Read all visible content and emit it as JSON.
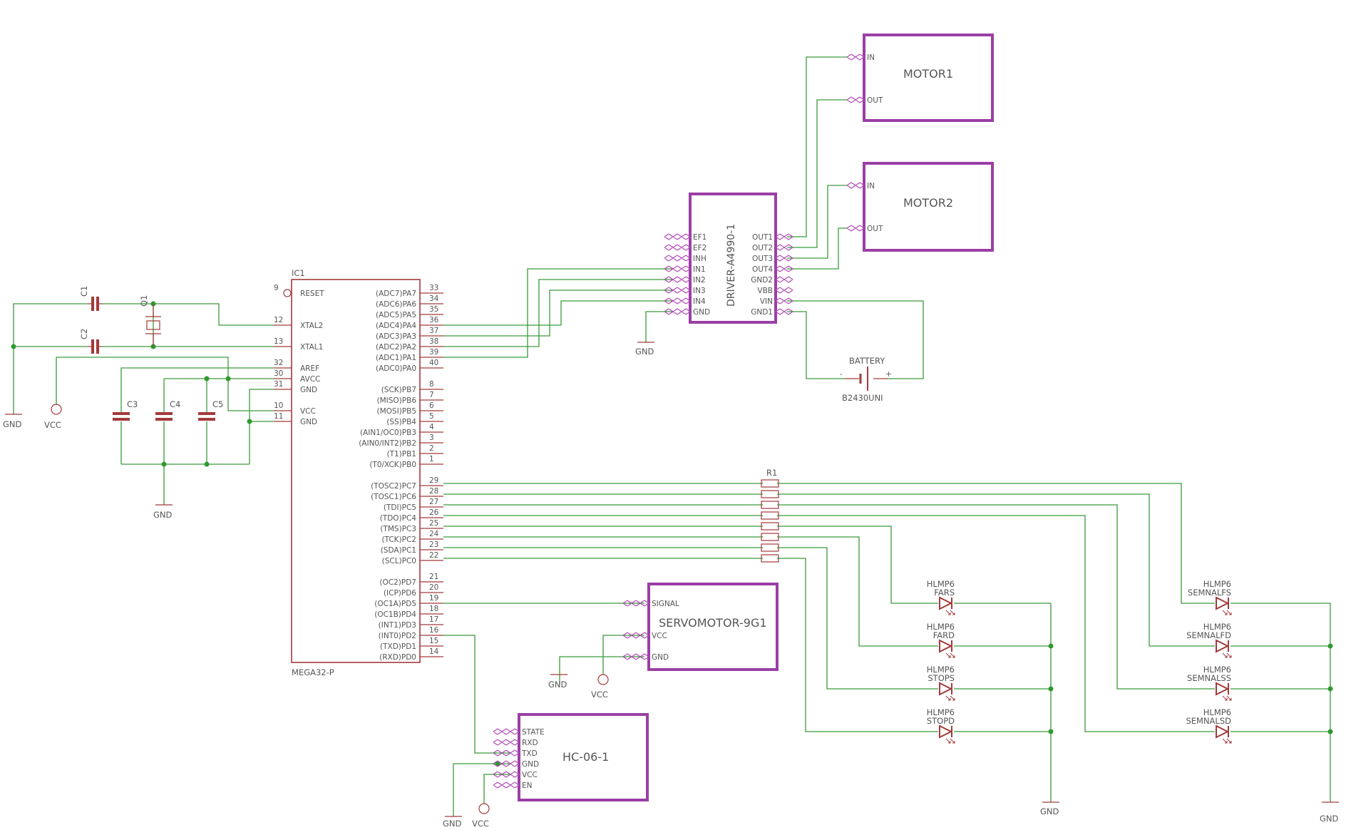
{
  "ic": {
    "name": "IC1",
    "part": "MEGA32-P",
    "left_pins": [
      {
        "num": "9",
        "name": "RESET"
      },
      {
        "num": "12",
        "name": "XTAL2"
      },
      {
        "num": "13",
        "name": "XTAL1"
      },
      {
        "num": "32",
        "name": "AREF"
      },
      {
        "num": "30",
        "name": "AVCC"
      },
      {
        "num": "31",
        "name": "GND"
      },
      {
        "num": "10",
        "name": "VCC"
      },
      {
        "num": "11",
        "name": "GND"
      }
    ],
    "right_pins": [
      {
        "num": "33",
        "name": "(ADC7)PA7"
      },
      {
        "num": "34",
        "name": "(ADC6)PA6"
      },
      {
        "num": "35",
        "name": "(ADC5)PA5"
      },
      {
        "num": "36",
        "name": "(ADC4)PA4"
      },
      {
        "num": "37",
        "name": "(ADC3)PA3"
      },
      {
        "num": "38",
        "name": "(ADC2)PA2"
      },
      {
        "num": "39",
        "name": "(ADC1)PA1"
      },
      {
        "num": "40",
        "name": "(ADC0)PA0"
      },
      {
        "num": "8",
        "name": "(SCK)PB7"
      },
      {
        "num": "7",
        "name": "(MISO)PB6"
      },
      {
        "num": "6",
        "name": "(MOSI)PB5"
      },
      {
        "num": "5",
        "name": "(SS)PB4"
      },
      {
        "num": "4",
        "name": "(AIN1/OC0)PB3"
      },
      {
        "num": "3",
        "name": "(AIN0/INT2)PB2"
      },
      {
        "num": "2",
        "name": "(T1)PB1"
      },
      {
        "num": "1",
        "name": "(T0/XCK)PB0"
      },
      {
        "num": "29",
        "name": "(TOSC2)PC7"
      },
      {
        "num": "28",
        "name": "(TOSC1)PC6"
      },
      {
        "num": "27",
        "name": "(TDI)PC5"
      },
      {
        "num": "26",
        "name": "(TDO)PC4"
      },
      {
        "num": "25",
        "name": "(TMS)PC3"
      },
      {
        "num": "24",
        "name": "(TCK)PC2"
      },
      {
        "num": "23",
        "name": "(SDA)PC1"
      },
      {
        "num": "22",
        "name": "(SCL)PC0"
      },
      {
        "num": "21",
        "name": "(OC2)PD7"
      },
      {
        "num": "20",
        "name": "(ICP)PD6"
      },
      {
        "num": "19",
        "name": "(OC1A)PD5"
      },
      {
        "num": "18",
        "name": "(OC1B)PD4"
      },
      {
        "num": "17",
        "name": "(INT1)PD3"
      },
      {
        "num": "16",
        "name": "(INT0)PD2"
      },
      {
        "num": "15",
        "name": "(TXD)PD1"
      },
      {
        "num": "14",
        "name": "(RXD)PD0"
      }
    ]
  },
  "caps": {
    "c1": "C1",
    "c2": "C2",
    "c3": "C3",
    "c4": "C4",
    "c5": "C5"
  },
  "crystal": "Q1",
  "power": {
    "gnd": "GND",
    "vcc": "VCC"
  },
  "driver": {
    "name": "DRIVER-A4990-1",
    "left_pins": [
      "EF1",
      "EF2",
      "INH",
      "IN1",
      "IN2",
      "IN3",
      "IN4",
      "GND"
    ],
    "right_pins": [
      "OUT1",
      "OUT2",
      "OUT3",
      "OUT4",
      "GND2",
      "VBB",
      "VIN",
      "GND1"
    ]
  },
  "motor1": {
    "name": "MOTOR1",
    "in": "IN",
    "out": "OUT"
  },
  "motor2": {
    "name": "MOTOR2",
    "in": "IN",
    "out": "OUT"
  },
  "battery": {
    "label": "BATTERY",
    "part": "B2430UNI",
    "minus": "-",
    "plus": "+"
  },
  "resnet": {
    "name": "R1"
  },
  "servo": {
    "name": "SERVOMOTOR-9G1",
    "pins": [
      "SIGNAL",
      "VCC",
      "GND"
    ]
  },
  "bt": {
    "name": "HC-06-1",
    "pins": [
      "STATE",
      "RXD",
      "TXD",
      "GND",
      "VCC",
      "EN"
    ]
  },
  "leds": {
    "part": "HLMP6",
    "left": [
      "FARS",
      "FARD",
      "STOPS",
      "STOPD"
    ],
    "right": [
      "SEMNALFS",
      "SEMNALFD",
      "SEMNALSS",
      "SEMNALSD"
    ]
  },
  "colors": {
    "wire": "#3a9a3a",
    "part": "#a33a3a",
    "module": "#9b3fa5",
    "text": "#555555"
  }
}
